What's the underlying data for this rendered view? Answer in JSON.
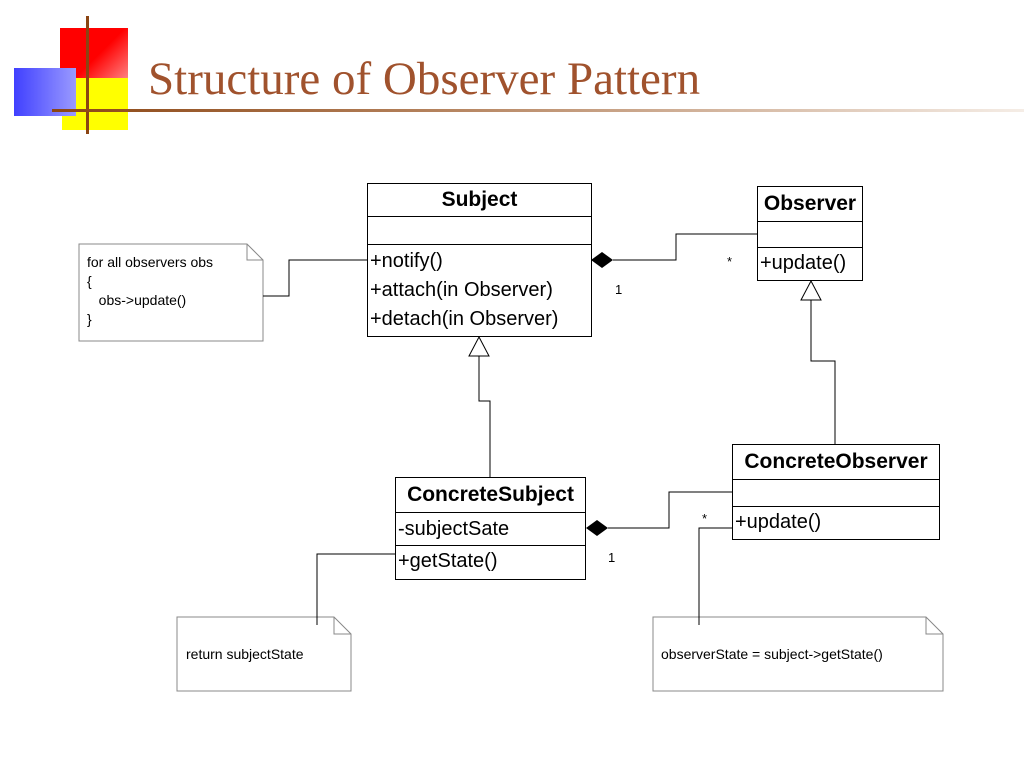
{
  "slide": {
    "title": "Structure of Observer Pattern"
  },
  "classes": {
    "subject": {
      "name": "Subject",
      "attributes": [],
      "operations": [
        "+notify()",
        "+attach(in Observer)",
        "+detach(in Observer)"
      ]
    },
    "observer": {
      "name": "Observer",
      "attributes": [],
      "operations": [
        "+update()"
      ]
    },
    "concrete_subject": {
      "name": "ConcreteSubject",
      "attributes": [
        "-subjectSate"
      ],
      "operations": [
        "+getState()"
      ]
    },
    "concrete_observer": {
      "name": "ConcreteObserver",
      "attributes": [],
      "operations": [
        "+update()"
      ]
    }
  },
  "notes": {
    "notify_note": "for all observers obs\n{\n   obs->update()\n}",
    "getstate_note": "return subjectState",
    "observerstate_note": "observerState = subject->getState()"
  },
  "multiplicities": {
    "subject_side": "1",
    "observer_side": "*",
    "concrete_subject_side": "1",
    "concrete_observer_side": "*"
  },
  "colors": {
    "title": "#a0522d",
    "deco_red": "#ff0000",
    "deco_blue": "#5a5aff",
    "deco_yellow": "#ffff00",
    "deco_bar": "#8b4513"
  }
}
